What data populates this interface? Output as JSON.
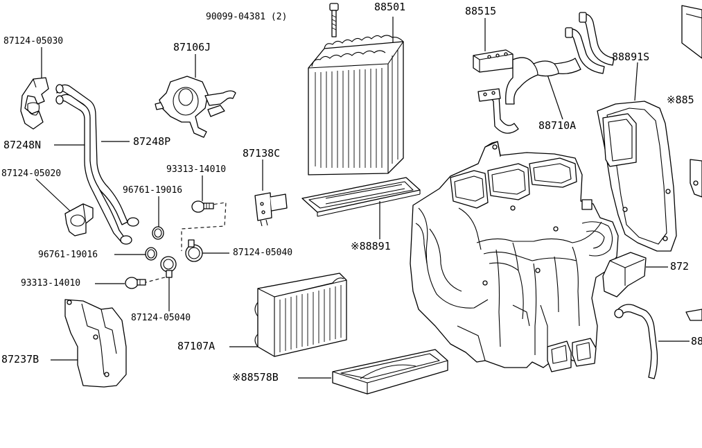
{
  "labels": {
    "l_90099": "90099-04381 (2)",
    "l_88501": "88501",
    "l_88515": "88515",
    "l_87124_05030": "87124-05030",
    "l_87106J": "87106J",
    "l_88891S": "88891S",
    "l_885_cut": "※885",
    "l_87248N": "87248N",
    "l_87248P": "87248P",
    "l_88710A": "88710A",
    "l_87138C": "87138C",
    "l_93313_top": "93313-14010",
    "l_87124_05020": "87124-05020",
    "l_96761_top": "96761-19016",
    "l_96761_bot": "96761-19016",
    "l_87124_05040_a": "87124-05040",
    "l_88891": "※88891",
    "l_872_cut": "872",
    "l_93313_bot": "93313-14010",
    "l_87124_05040_b": "87124-05040",
    "l_87237B": "87237B",
    "l_87107A": "87107A",
    "l_88_cut": "88",
    "l_88578B": "※88578B"
  }
}
